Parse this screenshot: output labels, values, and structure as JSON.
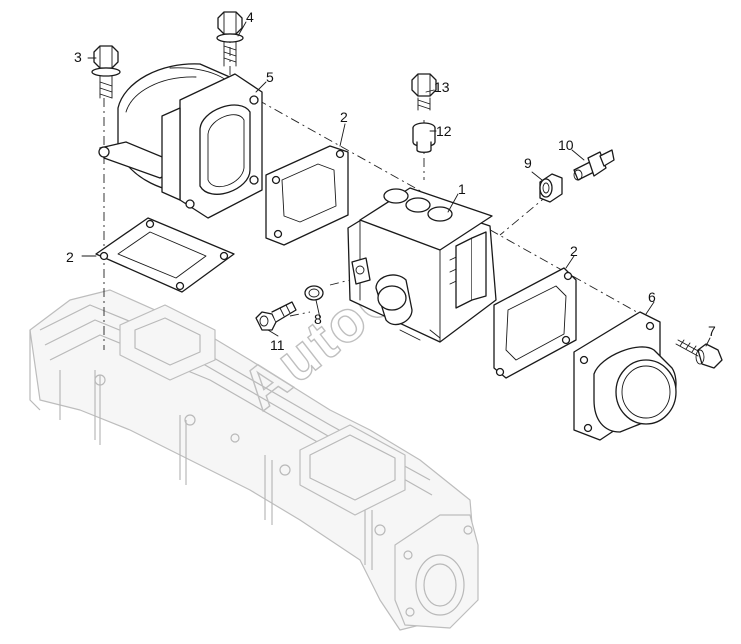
{
  "watermark": {
    "text": "AutoOpt"
  },
  "callouts": [
    {
      "id": "1",
      "label": "1"
    },
    {
      "id": "2a",
      "label": "2"
    },
    {
      "id": "2b",
      "label": "2"
    },
    {
      "id": "2c",
      "label": "2"
    },
    {
      "id": "3",
      "label": "3"
    },
    {
      "id": "4",
      "label": "4"
    },
    {
      "id": "5",
      "label": "5"
    },
    {
      "id": "6",
      "label": "6"
    },
    {
      "id": "7",
      "label": "7"
    },
    {
      "id": "8",
      "label": "8"
    },
    {
      "id": "9",
      "label": "9"
    },
    {
      "id": "10",
      "label": "10"
    },
    {
      "id": "11",
      "label": "11"
    },
    {
      "id": "12",
      "label": "12"
    },
    {
      "id": "13",
      "label": "13"
    }
  ]
}
